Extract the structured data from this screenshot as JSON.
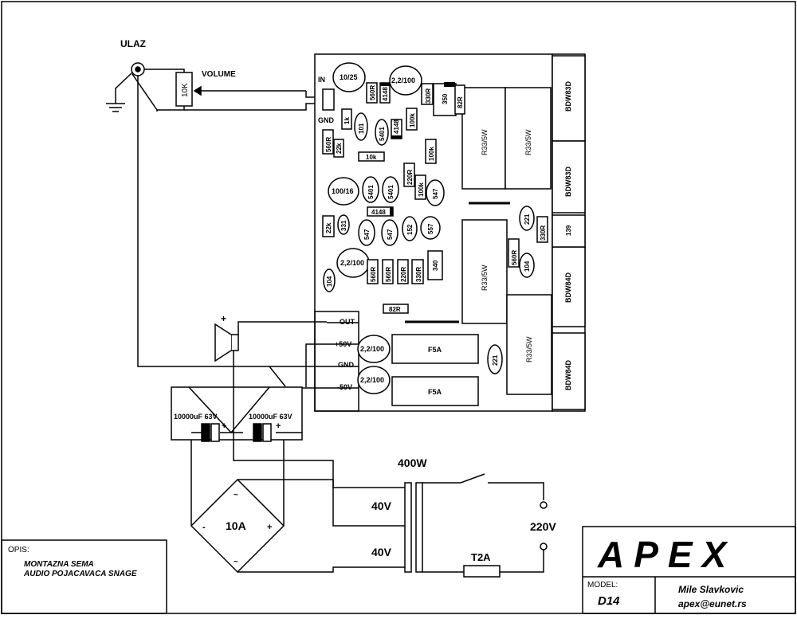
{
  "labels": {
    "ulaz": "ULAZ",
    "volume": "VOLUME",
    "pot": "10K",
    "in": "IN",
    "gnd": "GND",
    "out": "OUT",
    "plus50": "+50V",
    "gnd2": "GND",
    "minus50": "-50V",
    "cap_left": "10000uF 63V",
    "cap_right": "10000uF 63V",
    "plus": "+",
    "minus": "-",
    "bridge": "10A",
    "transformer_power": "400W",
    "sec_top": "40V",
    "sec_bottom": "40V",
    "mains": "220V",
    "fuse_main": "T2A"
  },
  "parts": {
    "c10_25": "10/25",
    "c2_2_100_top": "2,2/100",
    "r560_a": "560R",
    "d4148_a": "4148",
    "r330_a": "330R",
    "tr350": "350",
    "r82_a": "82R",
    "r1k": "1k",
    "r101": "101",
    "t5401_a": "5401",
    "d4148_b": "4148",
    "r100k_a": "100k",
    "r560_b": "560R",
    "r22k_a": "22k",
    "r10k": "10k",
    "r100k_b": "100k",
    "r220_a": "220R",
    "r100k_c": "100k",
    "c100_16": "100/16",
    "t5401_b": "5401",
    "t5401_c": "5401",
    "t547_a": "547",
    "d4148_c": "4148",
    "r22k_b": "22k",
    "c331": "331",
    "t547_b": "547",
    "t547_c": "547",
    "r152": "152",
    "t557": "557",
    "c2_2_100_mid": "2,2/100",
    "r560_c": "560R",
    "r560_d": "560R",
    "r220_b": "220R",
    "r330_b": "330R",
    "tr340": "340",
    "c104_a": "104",
    "r82_b": "82R",
    "r33_1": "R33/5W",
    "r33_2": "R33/5W",
    "r33_3": "R33/5W",
    "r33_4": "R33/5W",
    "c221_a": "221",
    "r330_c": "330R",
    "t139": "139",
    "r560_e": "560R",
    "c104_b": "104",
    "c221_b": "221",
    "c2_2_100_p": "2,2/100",
    "c2_2_100_n": "2,2/100",
    "fuse_p": "F5A",
    "fuse_n": "F5A",
    "q1": "BDW83D",
    "q2": "BDW83D",
    "q3": "BDW84D",
    "q4": "BDW84D"
  },
  "info": {
    "opis_label": "OPIS:",
    "desc_line1": "MONTAZNA SEMA",
    "desc_line2": "AUDIO POJACAVACA SNAGE",
    "brand": "APEX",
    "model_label": "MODEL:",
    "model_value": "D14",
    "author": "Mile Slavkovic",
    "email": "apex@eunet.rs"
  }
}
